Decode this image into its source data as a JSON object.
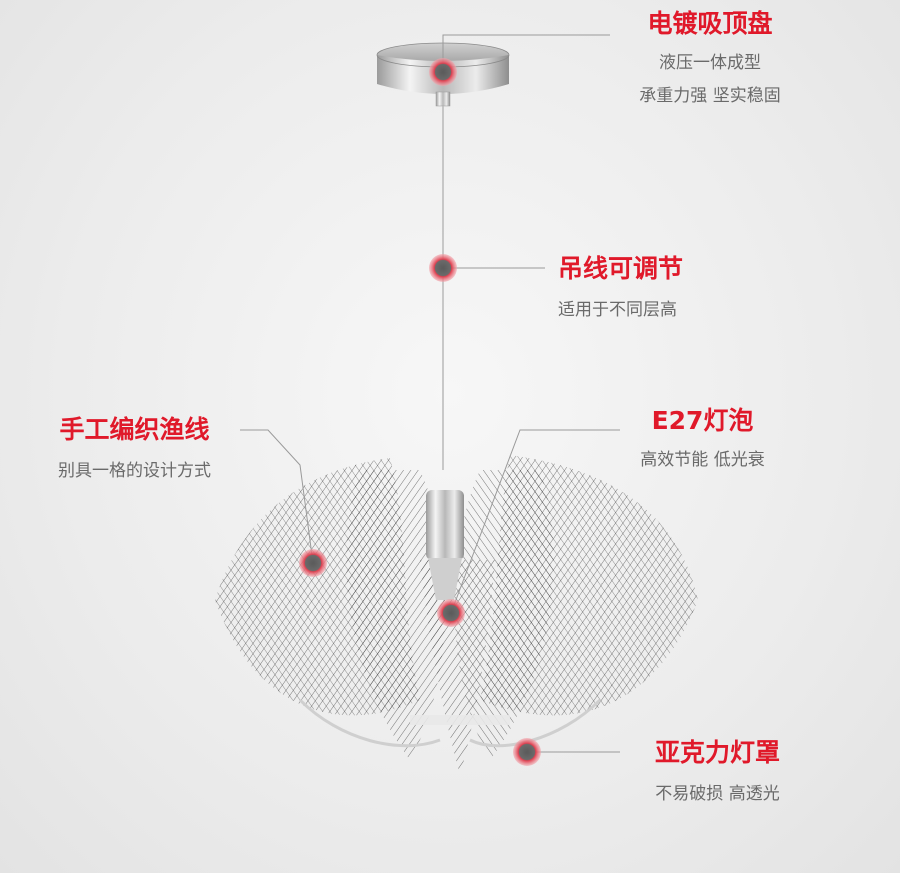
{
  "features": [
    {
      "id": "ceiling-plate",
      "title": "电镀吸顶盘",
      "lines": [
        "液压一体成型",
        "承重力强 坚实稳固"
      ]
    },
    {
      "id": "cable",
      "title": "吊线可调节",
      "lines": [
        "适用于不同层高"
      ]
    },
    {
      "id": "fishing-line",
      "title": "手工编织渔线",
      "lines": [
        "别具一格的设计方式"
      ]
    },
    {
      "id": "bulb",
      "title": "E27灯泡",
      "lines": [
        "高效节能 低光衰"
      ]
    },
    {
      "id": "shade",
      "title": "亚克力灯罩",
      "lines": [
        "不易破损 高透光"
      ]
    }
  ],
  "colors": {
    "accent": "#e0192a",
    "text": "#6a6a6a",
    "line": "#9a9a9a"
  }
}
